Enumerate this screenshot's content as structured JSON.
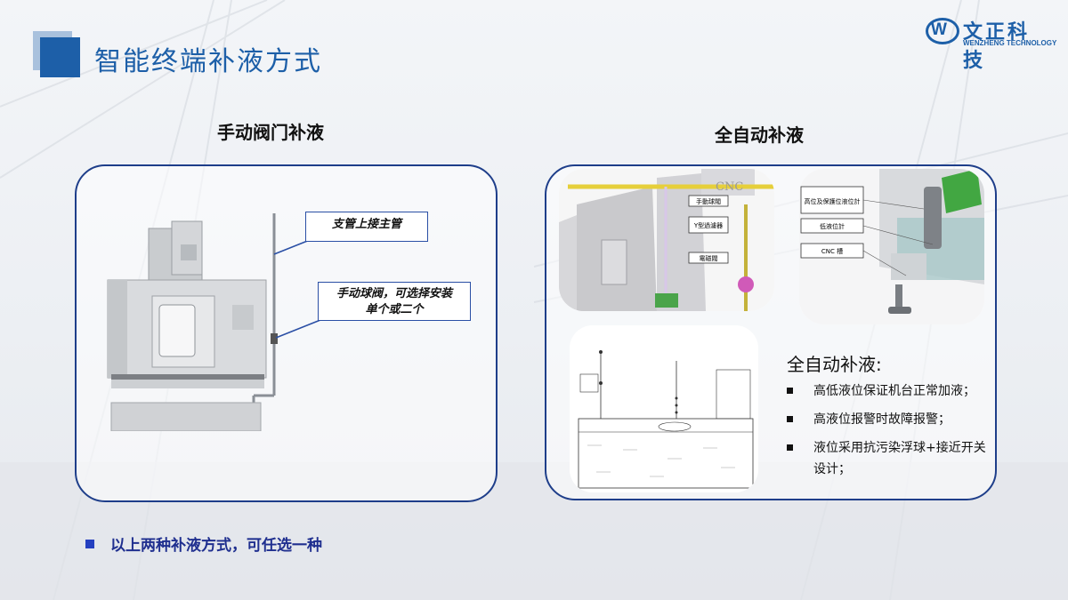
{
  "header": {
    "title": "智能终端补液方式",
    "logo_cn": "文正科技",
    "logo_en": "WENZHENG TECHNOLOGY",
    "logo_mark": "W"
  },
  "left": {
    "title": "手动阀门补液",
    "callout_branch": "支管上接主管",
    "callout_valve_line1": "手动球阀，可选择安装",
    "callout_valve_line2": "单个或二个"
  },
  "right": {
    "title": "全自动补液",
    "img1_labels": [
      "手動球閥",
      "Y型過濾器",
      "電磁閥"
    ],
    "img1_tag": "CNC",
    "img2_labels": [
      "高位及保護位液位計",
      "低液位計",
      "CNC 槽"
    ],
    "heading": "全自动补液:",
    "items": [
      "高低液位保证机台正常加液；",
      "高液位报警时故障报警；",
      "液位采用抗污染浮球+接近开关设计；"
    ]
  },
  "footer": {
    "note": "以上两种补液方式，可任选一种"
  },
  "colors": {
    "brand": "#1d5fa8",
    "panel_border": "#1e3e8a",
    "footer_text": "#1f2f8f"
  }
}
